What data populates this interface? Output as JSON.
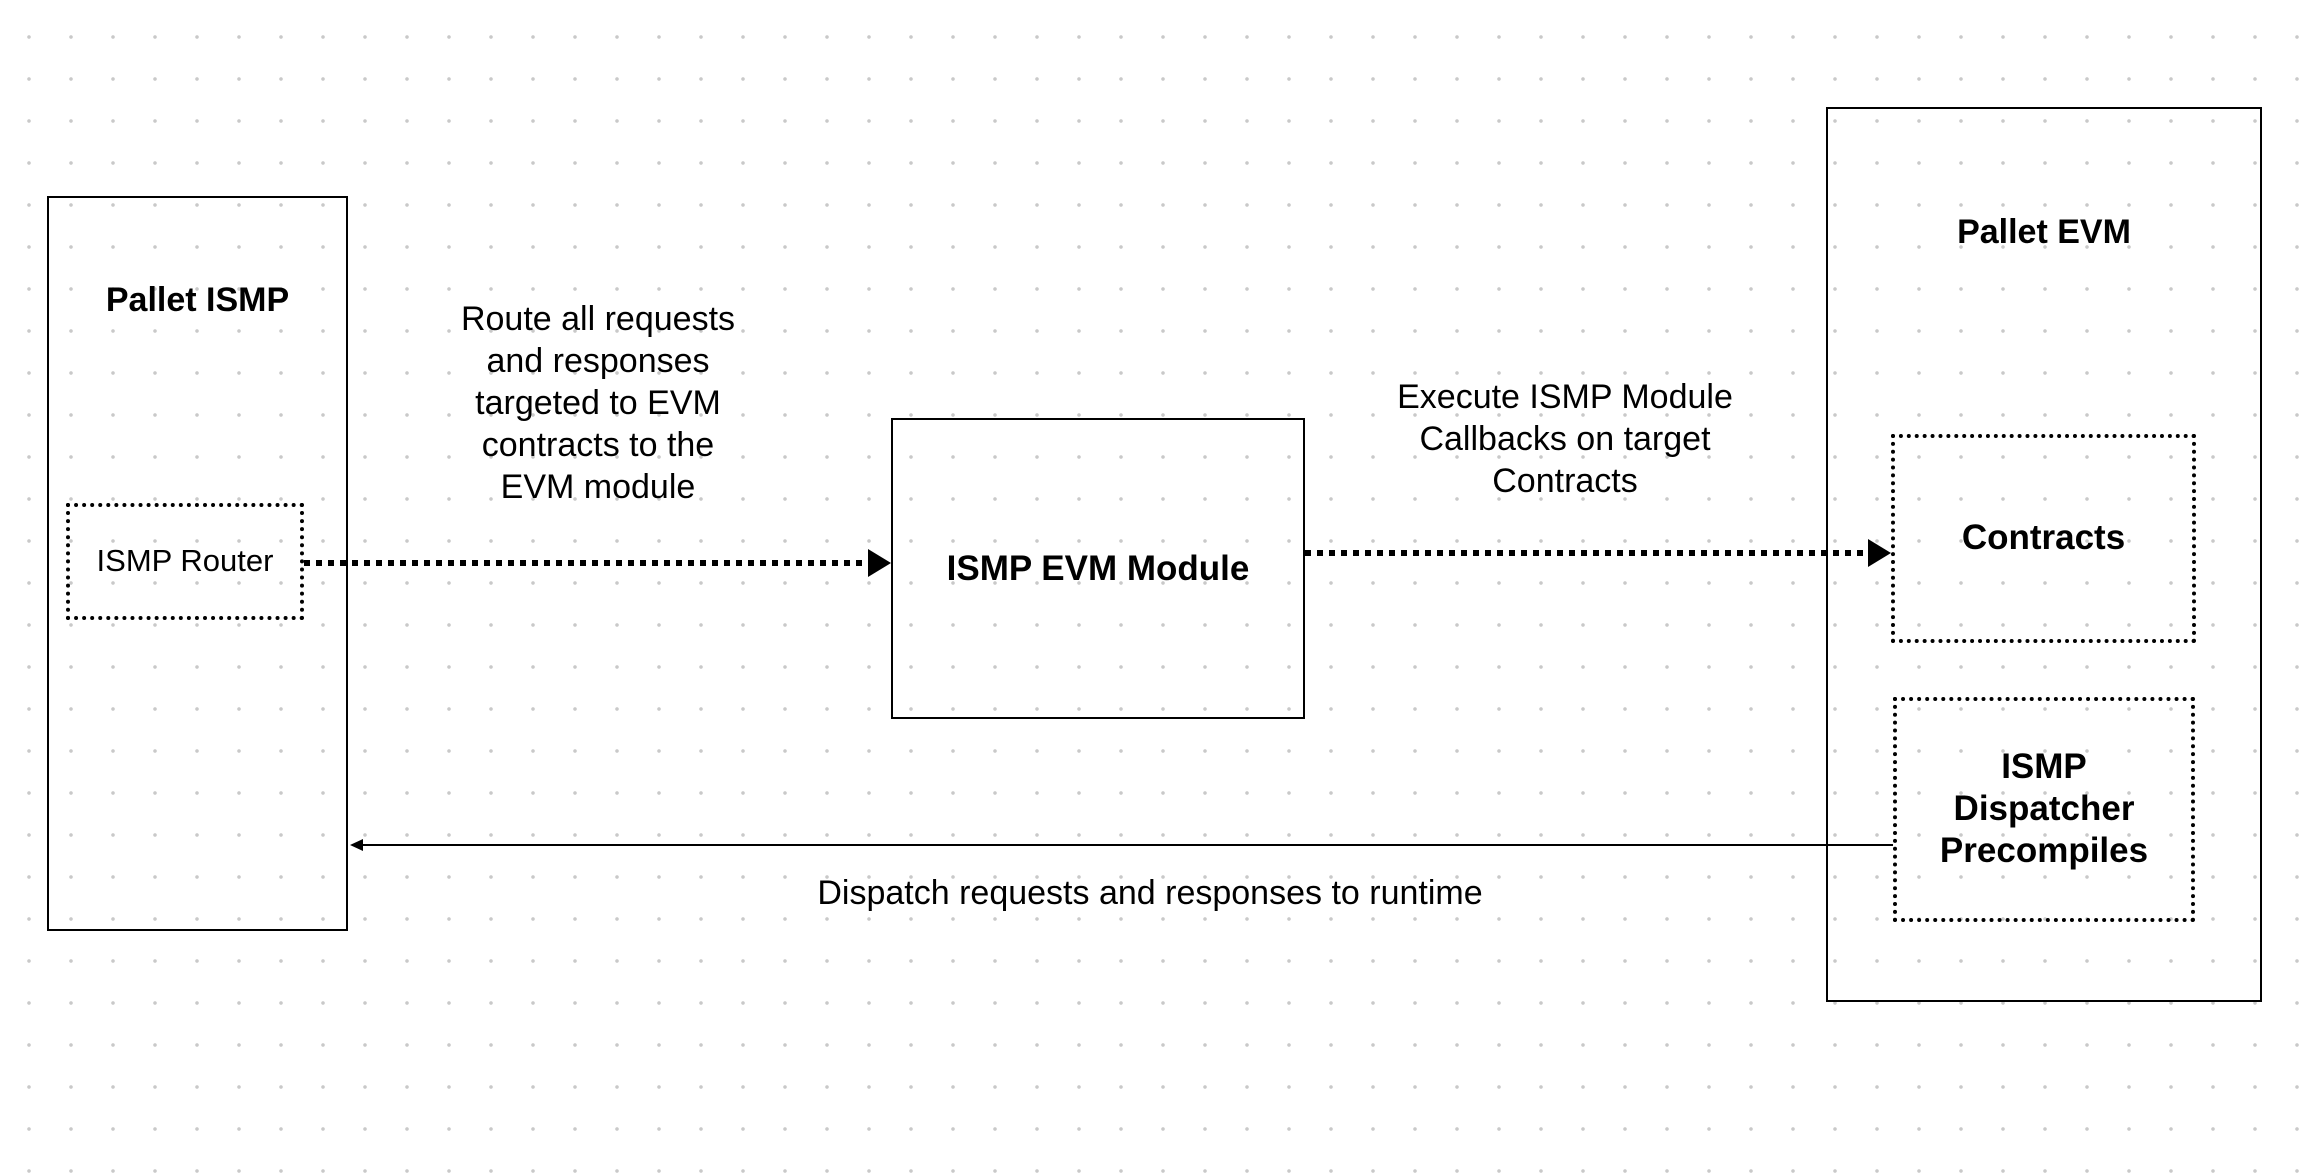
{
  "nodes": {
    "pallet_ismp": {
      "title": "Pallet ISMP"
    },
    "ismp_router": {
      "label": "ISMP Router"
    },
    "ismp_evm_module": {
      "label": "ISMP EVM Module"
    },
    "pallet_evm": {
      "title": "Pallet EVM"
    },
    "contracts": {
      "label": "Contracts"
    },
    "dispatcher": {
      "line1": "ISMP",
      "line2": "Dispatcher",
      "line3": "Precompiles"
    }
  },
  "edges": {
    "router_to_module": {
      "line1": "Route all requests",
      "line2": "and responses",
      "line3": "targeted to EVM",
      "line4": "contracts to the",
      "line5": "EVM module"
    },
    "module_to_contracts": {
      "line1": "Execute ISMP Module",
      "line2": "Callbacks on target",
      "line3": "Contracts"
    },
    "dispatcher_to_runtime": {
      "label": "Dispatch requests and responses to runtime"
    }
  },
  "colors": {
    "stroke": "#000000",
    "background": "#ffffff",
    "grid_dot": "#c9c9c9"
  }
}
